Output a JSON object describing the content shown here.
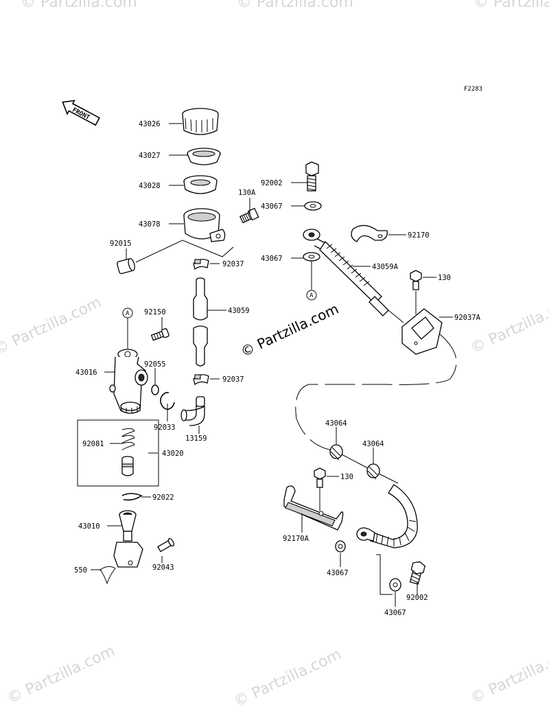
{
  "figure_code": "F2283",
  "front_label": "FRONT",
  "ref_marker": "A",
  "watermark_text": "© Partzilla.com",
  "colors": {
    "line": "#000000",
    "watermark": "#d6d6d6",
    "background": "#ffffff"
  },
  "parts": [
    {
      "id": "43026",
      "label": "43026"
    },
    {
      "id": "43027",
      "label": "43027"
    },
    {
      "id": "43028",
      "label": "43028"
    },
    {
      "id": "43078",
      "label": "43078"
    },
    {
      "id": "130A",
      "label": "130A"
    },
    {
      "id": "92015",
      "label": "92015"
    },
    {
      "id": "92037-upper",
      "label": "92037"
    },
    {
      "id": "43059",
      "label": "43059"
    },
    {
      "id": "92150",
      "label": "92150"
    },
    {
      "id": "43016",
      "label": "43016"
    },
    {
      "id": "92055",
      "label": "92055"
    },
    {
      "id": "92037-lower",
      "label": "92037"
    },
    {
      "id": "92033",
      "label": "92033"
    },
    {
      "id": "13159",
      "label": "13159"
    },
    {
      "id": "92081",
      "label": "92081"
    },
    {
      "id": "43020",
      "label": "43020"
    },
    {
      "id": "92022",
      "label": "92022"
    },
    {
      "id": "43010",
      "label": "43010"
    },
    {
      "id": "92043",
      "label": "92043"
    },
    {
      "id": "550",
      "label": "550"
    },
    {
      "id": "92002-upper",
      "label": "92002"
    },
    {
      "id": "43067-a",
      "label": "43067"
    },
    {
      "id": "92170",
      "label": "92170"
    },
    {
      "id": "43067-b",
      "label": "43067"
    },
    {
      "id": "43059A",
      "label": "43059A"
    },
    {
      "id": "130-upper",
      "label": "130"
    },
    {
      "id": "92037A",
      "label": "92037A"
    },
    {
      "id": "43064-a",
      "label": "43064"
    },
    {
      "id": "43064-b",
      "label": "43064"
    },
    {
      "id": "130-lower",
      "label": "130"
    },
    {
      "id": "92170A",
      "label": "92170A"
    },
    {
      "id": "43067-c",
      "label": "43067"
    },
    {
      "id": "92002-lower",
      "label": "92002"
    },
    {
      "id": "43067-d",
      "label": "43067"
    }
  ]
}
